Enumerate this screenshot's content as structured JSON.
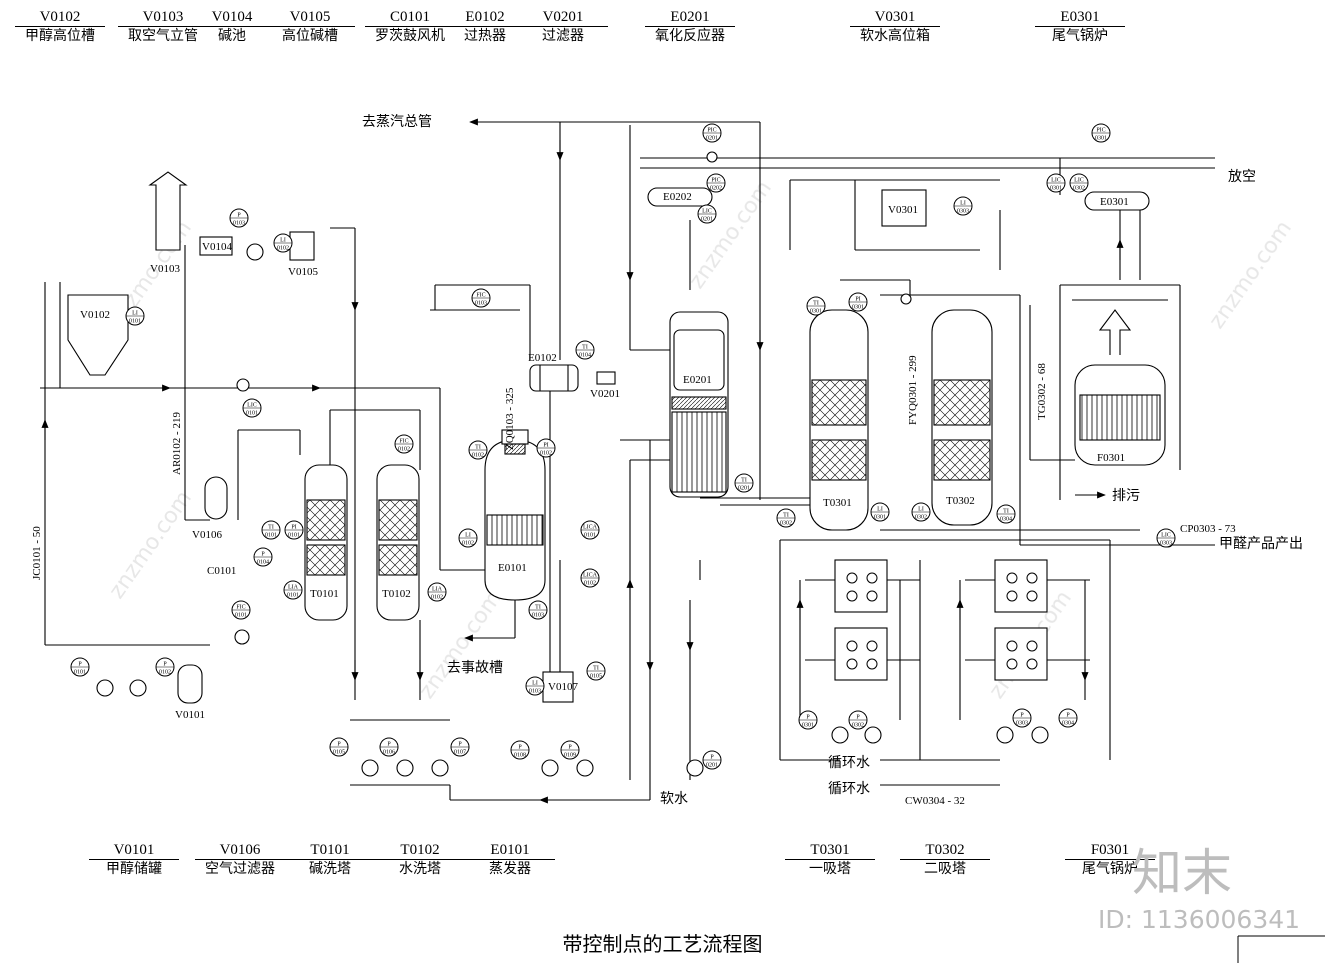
{
  "title": "带控制点的工艺流程图",
  "top_equipment": [
    {
      "code": "V0102",
      "name": "甲醇高位槽"
    },
    {
      "code": "V0103",
      "name": "取空气立管"
    },
    {
      "code": "V0104",
      "name": "碱池"
    },
    {
      "code": "V0105",
      "name": "高位碱槽"
    },
    {
      "code": "C0101",
      "name": "罗茨鼓风机"
    },
    {
      "code": "E0102",
      "name": "过热器"
    },
    {
      "code": "V0201",
      "name": "过滤器"
    },
    {
      "code": "E0201",
      "name": "氧化反应器"
    },
    {
      "code": "V0301",
      "name": "软水高位箱"
    },
    {
      "code": "E0301",
      "name": "尾气锅炉"
    }
  ],
  "bottom_equipment": [
    {
      "code": "V0101",
      "name": "甲醇储罐"
    },
    {
      "code": "V0106",
      "name": "空气过滤器"
    },
    {
      "code": "T0101",
      "name": "碱洗塔"
    },
    {
      "code": "T0102",
      "name": "水洗塔"
    },
    {
      "code": "E0101",
      "name": "蒸发器"
    },
    {
      "code": "T0301",
      "name": "一吸塔"
    },
    {
      "code": "T0302",
      "name": "二吸塔"
    },
    {
      "code": "F0301",
      "name": "尾气锅炉"
    }
  ],
  "stream_labels": {
    "steam_main": "去蒸汽总管",
    "vent": "放空",
    "accident_tank": "去事故槽",
    "soft_water": "软水",
    "blowdown": "排污",
    "product": "甲醛产品产出",
    "cooling_water_1": "循环水",
    "cooling_water_2": "循环水"
  },
  "line_numbers": {
    "ar": "AR0102 - 219",
    "jc": "JC0101 - 50",
    "zq": "ZQ0103 - 325",
    "fyq": "FYQ0301 - 299",
    "tg": "TG0302 - 68",
    "cp": "CP0303 - 73",
    "cw": "CW0304 - 32"
  },
  "equipment_tags": {
    "v0102": "V0102",
    "v0103": "V0103",
    "v0104": "V0104",
    "v0105": "V0105",
    "v0106": "V0106",
    "c0101": "C0101",
    "t0101": "T0101",
    "t0102": "T0102",
    "e0101": "E0101",
    "e0102": "E0102",
    "v0201": "V0201",
    "e0201": "E0201",
    "e0202": "E0202",
    "v0107": "V0107",
    "v0101": "V0101",
    "t0301": "T0301",
    "t0302": "T0302",
    "v0301": "V0301",
    "e0301": "E0301",
    "f0301": "F0301"
  },
  "instruments": [
    {
      "tag": "LI",
      "num": "0101"
    },
    {
      "tag": "P",
      "num": "0103"
    },
    {
      "tag": "LI",
      "num": "0102"
    },
    {
      "tag": "LIC",
      "num": "0101"
    },
    {
      "tag": "FIC",
      "num": "0103"
    },
    {
      "tag": "TI",
      "num": "0104"
    },
    {
      "tag": "FIC",
      "num": "0102"
    },
    {
      "tag": "TI",
      "num": "0101"
    },
    {
      "tag": "PI",
      "num": "0101"
    },
    {
      "tag": "P",
      "num": "0104"
    },
    {
      "tag": "LIA",
      "num": "0101"
    },
    {
      "tag": "LIA",
      "num": "0102"
    },
    {
      "tag": "FIC",
      "num": "0101"
    },
    {
      "tag": "TI",
      "num": "0102"
    },
    {
      "tag": "PI",
      "num": "0102"
    },
    {
      "tag": "LI",
      "num": "0102"
    },
    {
      "tag": "LICA",
      "num": "0101"
    },
    {
      "tag": "LICA",
      "num": "0102"
    },
    {
      "tag": "TI",
      "num": "0103"
    },
    {
      "tag": "P",
      "num": "0101"
    },
    {
      "tag": "P",
      "num": "0102"
    },
    {
      "tag": "P",
      "num": "0105"
    },
    {
      "tag": "P",
      "num": "0106"
    },
    {
      "tag": "P",
      "num": "0107"
    },
    {
      "tag": "LI",
      "num": "0103"
    },
    {
      "tag": "TI",
      "num": "0105"
    },
    {
      "tag": "P",
      "num": "0108"
    },
    {
      "tag": "P",
      "num": "0109"
    },
    {
      "tag": "PIC",
      "num": "0201"
    },
    {
      "tag": "PIC",
      "num": "0202"
    },
    {
      "tag": "LIC",
      "num": "0201"
    },
    {
      "tag": "TI",
      "num": "0201"
    },
    {
      "tag": "P",
      "num": "0201"
    },
    {
      "tag": "TI",
      "num": "0301"
    },
    {
      "tag": "PI",
      "num": "0301"
    },
    {
      "tag": "LI",
      "num": "0301"
    },
    {
      "tag": "TI",
      "num": "0302"
    },
    {
      "tag": "LI",
      "num": "0302"
    },
    {
      "tag": "TI",
      "num": "0304"
    },
    {
      "tag": "LI",
      "num": "0303"
    },
    {
      "tag": "PIC",
      "num": "0301"
    },
    {
      "tag": "LIC",
      "num": "0301"
    },
    {
      "tag": "LIC",
      "num": "0302"
    },
    {
      "tag": "LIC",
      "num": "0303"
    },
    {
      "tag": "P",
      "num": "0301"
    },
    {
      "tag": "P",
      "num": "0302"
    },
    {
      "tag": "P",
      "num": "0303"
    },
    {
      "tag": "P",
      "num": "0304"
    }
  ],
  "watermark": {
    "logo": "知末",
    "id": "ID: 1136006341",
    "site": "znzmo.com"
  },
  "colors": {
    "line": "#000000",
    "watermark": "#c8c8c8"
  }
}
